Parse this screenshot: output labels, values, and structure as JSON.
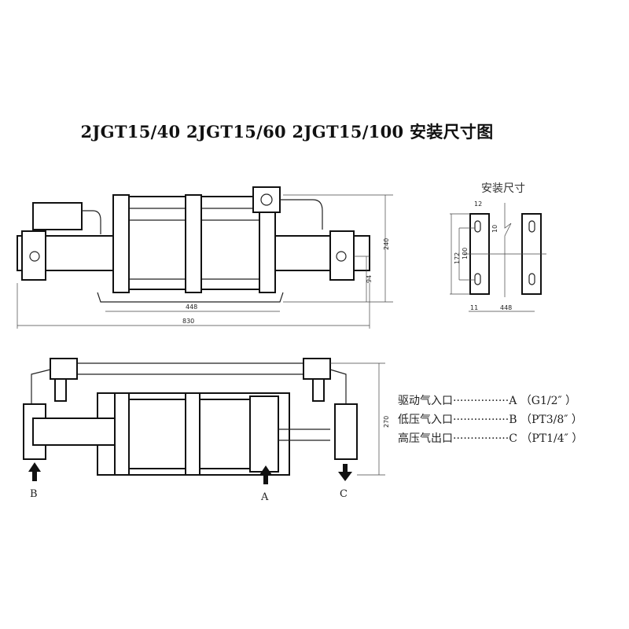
{
  "title": "2JGT15/40  2JGT15/60  2JGT15/100 安装尺寸图",
  "front_view": {
    "dims": {
      "height_total": "240",
      "height_center": "94",
      "mount_span": "448",
      "length_total": "830"
    }
  },
  "mounting": {
    "title": "安装尺寸",
    "dims": {
      "slot_width": "12",
      "slot_length": "10",
      "overall": "172",
      "hole_pitch": "100",
      "edge": "11",
      "span": "448"
    }
  },
  "top_view": {
    "dims": {
      "height_total": "270"
    },
    "ports": {
      "a": "A",
      "b": "B",
      "c": "C"
    }
  },
  "legend": [
    {
      "name": "驱动气入口",
      "dots": "················",
      "port": "A",
      "spec": "（G1/2″ ）"
    },
    {
      "name": "低压气入口",
      "dots": "················",
      "port": "B",
      "spec": "（PT3/8″ ）"
    },
    {
      "name": "高压气出口",
      "dots": "················",
      "port": "C",
      "spec": "（PT1/4″ ）"
    }
  ]
}
